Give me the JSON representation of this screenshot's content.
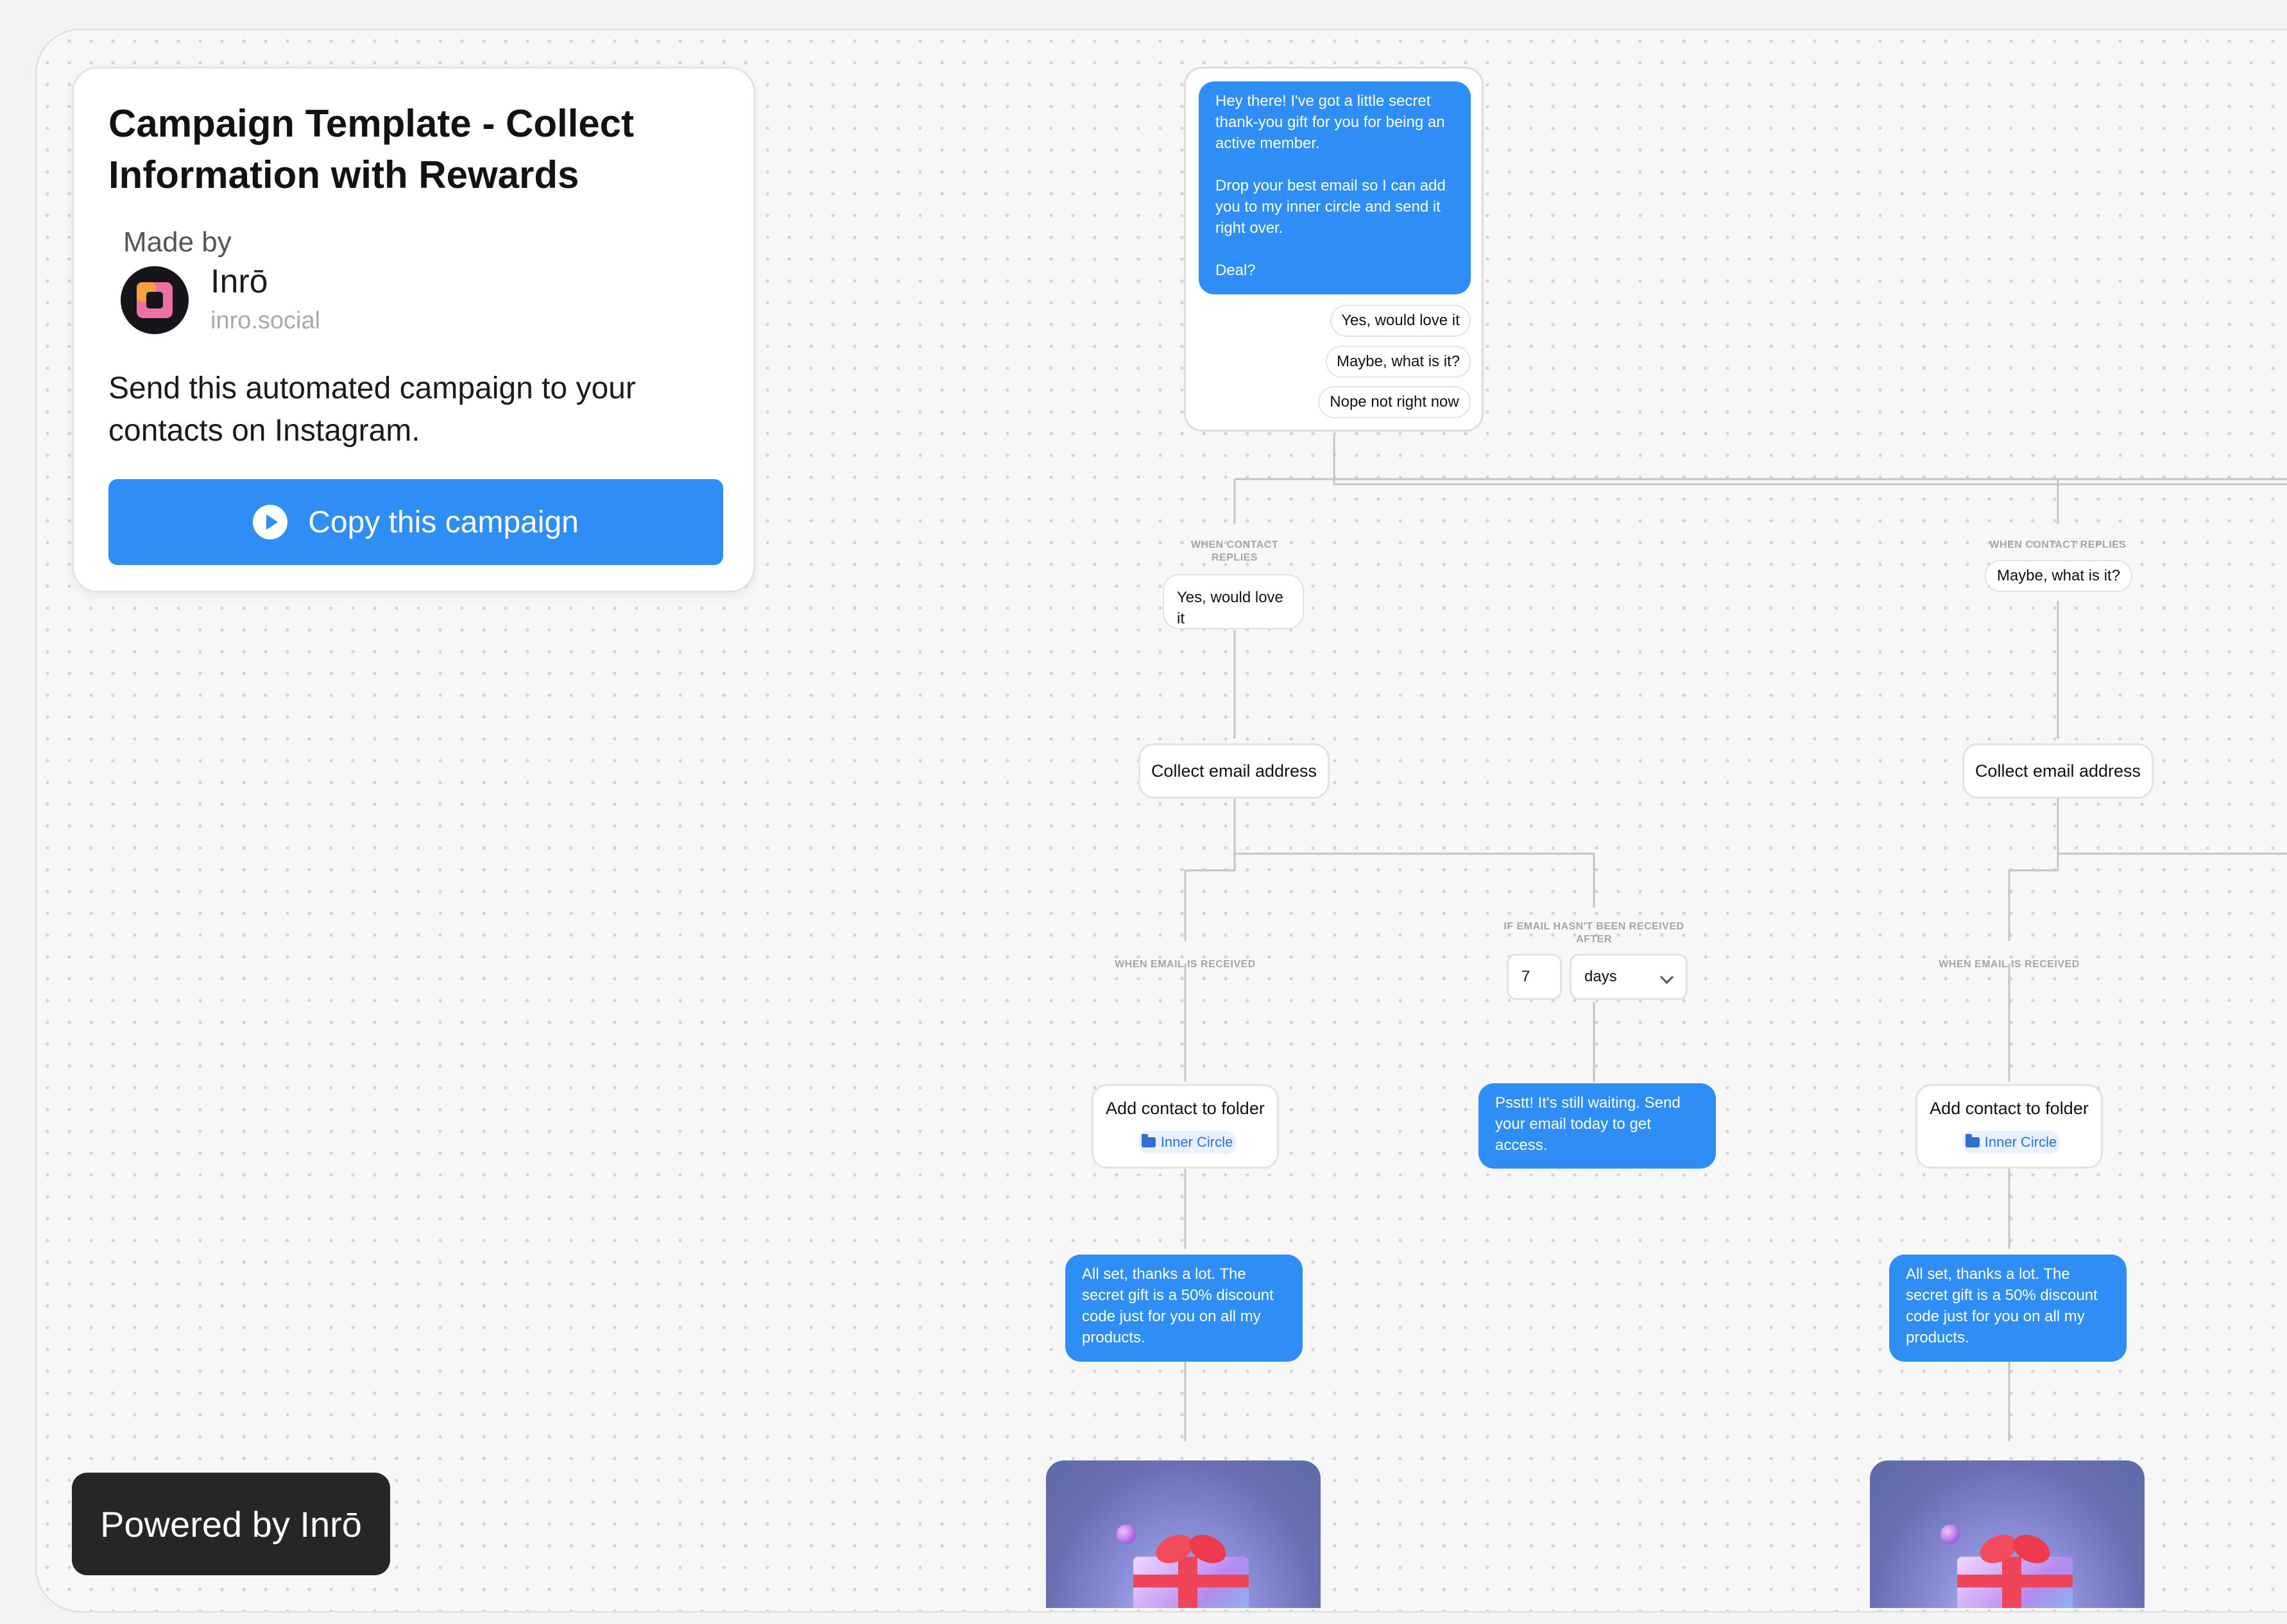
{
  "card": {
    "title": "Campaign Template - Collect Information with Rewards",
    "made_by_label": "Made by",
    "creator_name": "Inrō",
    "creator_site": "inro.social",
    "description": "Send this automated campaign to your contacts on Instagram.",
    "copy_button_label": "Copy this campaign"
  },
  "badge": {
    "label": "Powered by Inrō"
  },
  "flow": {
    "root_message": {
      "text": "Hey there! I've got a little secret thank-you gift for you for being an active member.\n\nDrop your best email so I can add you to my inner circle and send it right over.\n\nDeal?",
      "replies": [
        "Yes, would love it",
        "Maybe, what is it?",
        "Nope not right now"
      ]
    },
    "branch_yes": {
      "condition_label": "WHEN CONTACT REPLIES",
      "reply": "Yes, would love it",
      "action": "Collect email address",
      "received_label": "WHEN EMAIL IS RECEIVED",
      "folder_action": "Add contact to folder",
      "folder_name": "Inner Circle",
      "thanks_message": "All set, thanks a lot. The secret gift is a 50% discount code just for you on all my products.",
      "timeout_label": "IF EMAIL HASN'T BEEN RECEIVED AFTER",
      "timeout_value": "7",
      "timeout_unit": "days",
      "reminder_message": "Psstt! It's still waiting. Send your email today to get access."
    },
    "branch_maybe": {
      "condition_label": "WHEN CONTACT REPLIES",
      "reply": "Maybe, what is it?",
      "action": "Collect email address",
      "received_label": "WHEN EMAIL IS RECEIVED",
      "folder_action": "Add contact to folder",
      "folder_name": "Inner Circle",
      "thanks_message": "All set, thanks a lot. The secret gift is a 50% discount code just for you on all my products."
    }
  },
  "icons": {
    "play": "play-circle-icon",
    "folder": "folder-icon",
    "chevron": "chevron-down-icon",
    "avatar": "inro-logo-icon"
  },
  "colors": {
    "accent": "#2e8ef6",
    "badge_bg": "#262626",
    "folder_tag_bg": "#e8f1fd"
  }
}
